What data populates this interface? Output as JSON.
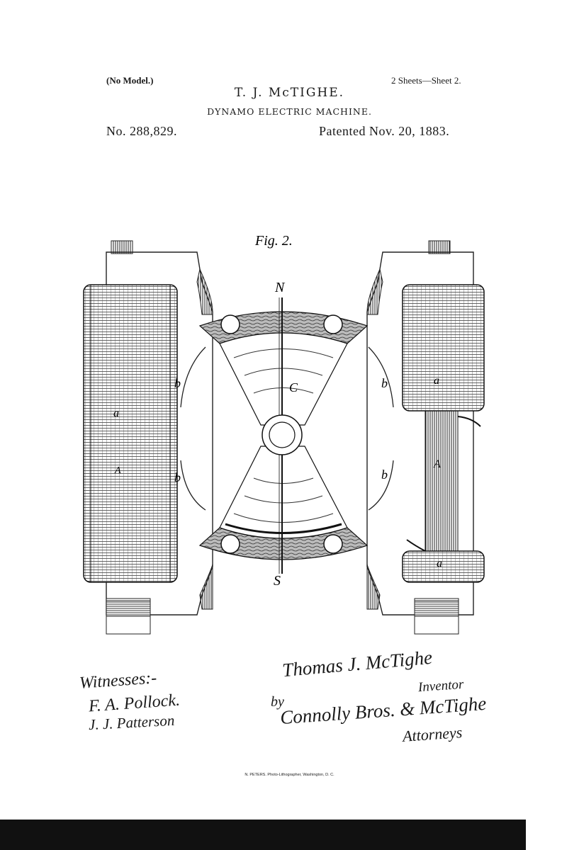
{
  "header": {
    "model_note": "(No Model.)",
    "sheet_note": "2 Sheets—Sheet 2.",
    "inventor_name": "T. J. McTIGHE.",
    "title": "DYNAMO ELECTRIC MACHINE.",
    "patent_number": "No. 288,829.",
    "patented_date": "Patented Nov. 20, 1883."
  },
  "figure": {
    "label": "Fig. 2.",
    "north_label": "N",
    "south_label": "S",
    "center_label": "C",
    "left_coil_label": "a",
    "left_core_label": "A",
    "right_coil_top_label": "a",
    "right_coil_bottom_label": "a",
    "right_core_label": "A",
    "arm_labels": [
      "b",
      "b",
      "b",
      "b"
    ]
  },
  "signatures": {
    "witnesses_title": "Witnesses:-",
    "witness_1": "F. A. Pollock.",
    "witness_2": "J. J. Patterson",
    "inventor_signature": "Thomas J. McTighe",
    "inventor_role": "Inventor",
    "by": "by",
    "attorneys_signature": "Connolly Bros. & McTighe",
    "attorneys_role": "Attorneys"
  },
  "imprint": "N. PETERS. Photo-Lithographer, Washington, D. C."
}
